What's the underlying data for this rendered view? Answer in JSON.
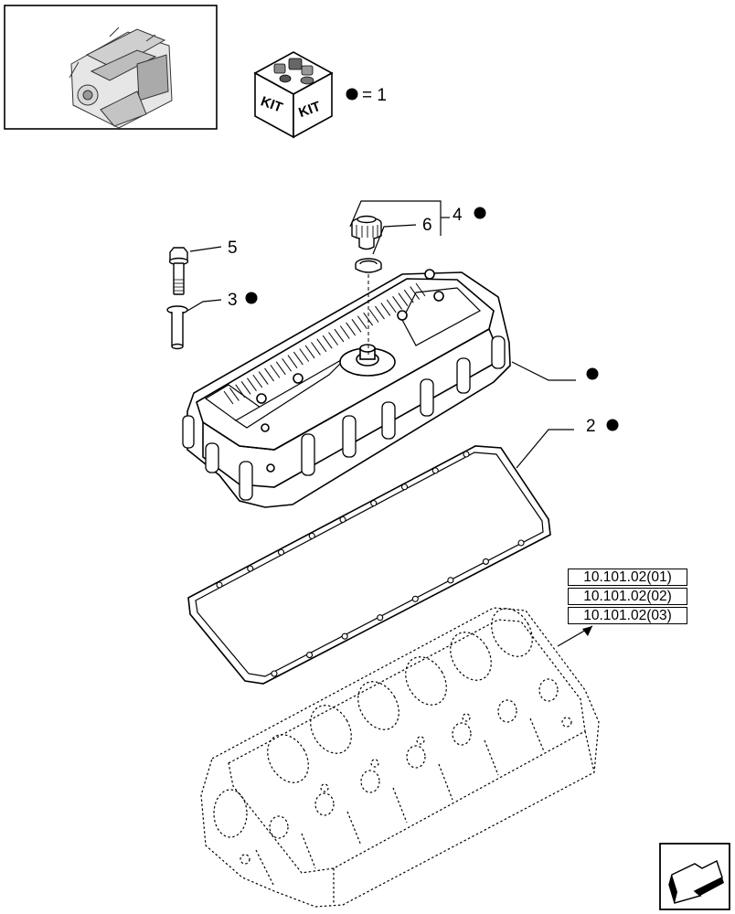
{
  "kit_legend": {
    "kit_text_left": "KIT",
    "kit_text_right": "KIT",
    "equals_text": "= 1"
  },
  "callouts": {
    "part_2": "2",
    "part_3": "3",
    "part_4": "4",
    "part_5": "5",
    "part_6": "6"
  },
  "references": [
    "10.101.02(01)",
    "10.101.02(02)",
    "10.101.02(03)"
  ],
  "colors": {
    "line": "#000000",
    "background": "#ffffff",
    "kit_marker": "#000000"
  },
  "icons": {
    "thumbnail": "engine-thumbnail-icon",
    "kit": "kit-box-icon",
    "navigation": "next-page-arrow-icon"
  }
}
